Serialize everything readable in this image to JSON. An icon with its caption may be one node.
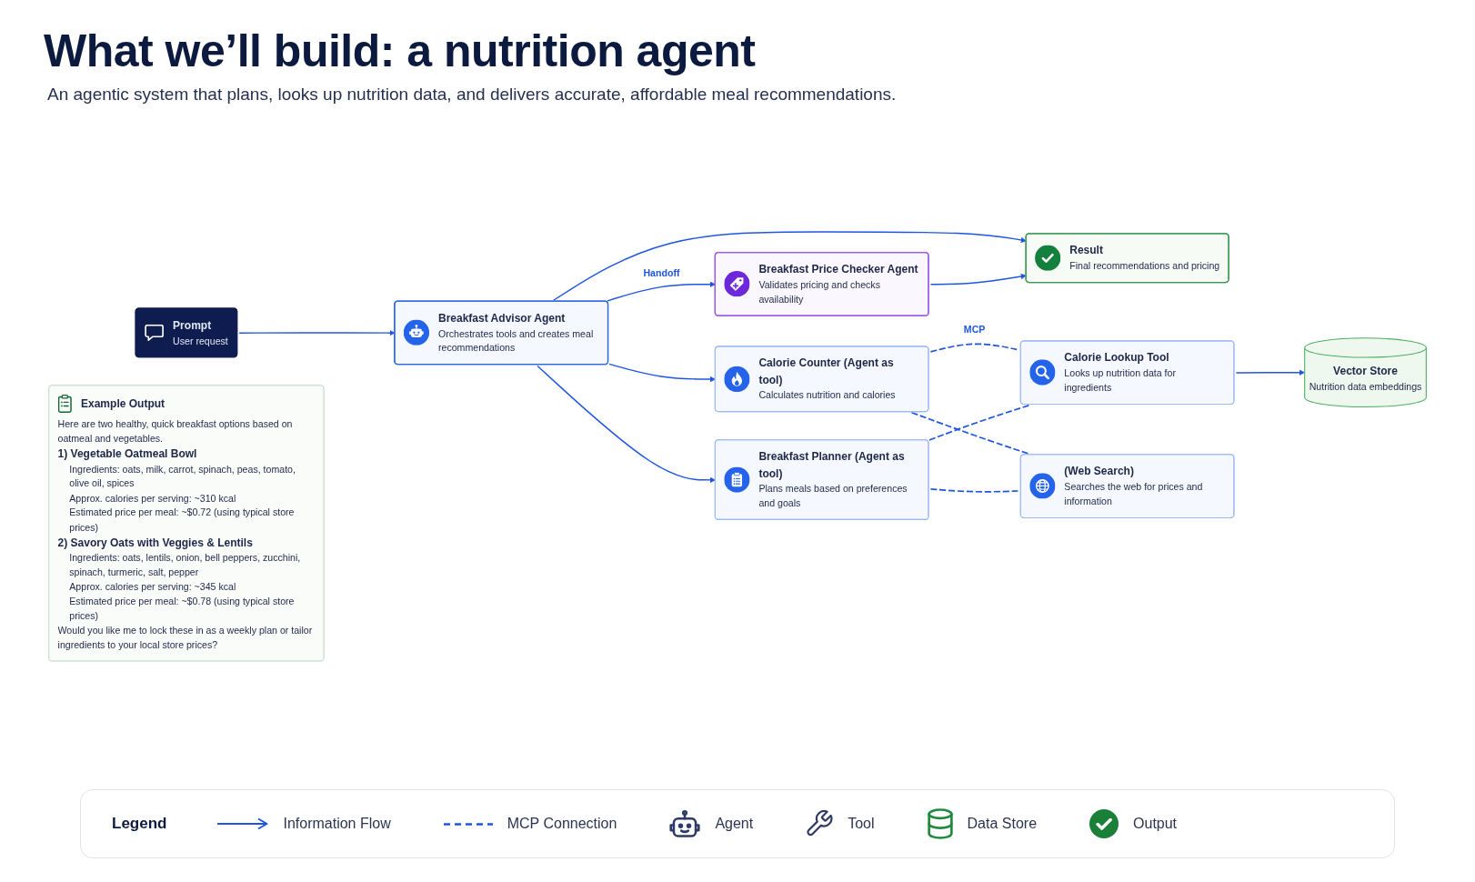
{
  "diagram": {
    "title": "What we’ll build: a nutrition agent",
    "caption": "An agentic system that plans, looks up nutrition data, and delivers accurate, affordable meal recommendations.",
    "nodes": [
      {
        "text": [
          "Prompt",
          "User request"
        ]
      },
      {
        "text": [
          "Breakfast Advisor Agent",
          "Orchestrates tools and creates meal recommendations"
        ]
      },
      {
        "text": [
          "Breakfast Price Checker Agent",
          "Validates pricing and checks availability"
        ]
      },
      {
        "text": [
          "Result",
          "Final recommendations and pricing"
        ]
      },
      {
        "text": [
          "Calorie Counter (Agent as tool)",
          "Calculates nutrition and calories"
        ]
      },
      {
        "text": [
          "Breakfast Planner (Agent as tool)",
          "Plans meals based on preferences and goals"
        ]
      },
      {
        "text": [
          "Calorie Lookup Tool",
          "Looks up nutrition data for ingredients"
        ]
      },
      {
        "text": [
          "(Web Search)",
          "Searches the web for prices and information"
        ]
      },
      {
        "text": [
          "Vector Store",
          "Nutrition data embeddings"
        ]
      },
      {
        "text": [
          "Example Output",
          "Here are two healthy, quick breakfast options based on oatmeal and vegetables.",
          "1) Vegetable Oatmeal Bowl",
          "Ingredients: oats, milk, carrot, spinach, peas, tomato, olive oil, spices",
          "Approx. calories per serving: ~310 kcal",
          "Estimated price per meal: ~$0.72 (using typical store prices)",
          "2) Savory Oats with Veggies & Lentils",
          "Ingredients: oats, lentils, onion, bell peppers, zucchini, spinach, turmeric, salt, pepper",
          "Approx. calories per serving: ~345 kcal",
          "Estimated price per meal: ~$0.78 (using typical store prices)",
          "Would you like me to lock these in as a weekly plan or tailor ingredients to your local store prices?"
        ]
      }
    ],
    "edges": [
      {
        "from": 0,
        "to": 1,
        "arrow": "to"
      },
      {
        "from": 1,
        "to": 2,
        "arrow": "to",
        "label": "Handoff"
      },
      {
        "from": 1,
        "to": 3,
        "arrow": "to"
      },
      {
        "from": 2,
        "to": 3,
        "arrow": "to"
      },
      {
        "from": 1,
        "to": 4,
        "arrow": "to"
      },
      {
        "from": 1,
        "to": 5,
        "arrow": "to"
      },
      {
        "from": 4,
        "to": 6,
        "arrow": "none",
        "style": "dashed",
        "label": "MCP"
      },
      {
        "from": 4,
        "to": 7,
        "arrow": "none",
        "style": "dashed"
      },
      {
        "from": 5,
        "to": 6,
        "arrow": "none",
        "style": "dashed"
      },
      {
        "from": 5,
        "to": 7,
        "arrow": "none",
        "style": "dashed"
      },
      {
        "from": 6,
        "to": 8,
        "arrow": "to"
      }
    ],
    "labels": [
      "Legend"
    ],
    "legend": [
      {
        "text": "Information Flow"
      },
      {
        "text": "MCP Connection"
      },
      {
        "text": "Agent"
      },
      {
        "text": "Tool"
      },
      {
        "text": "Data Store"
      },
      {
        "text": "Output"
      }
    ]
  }
}
